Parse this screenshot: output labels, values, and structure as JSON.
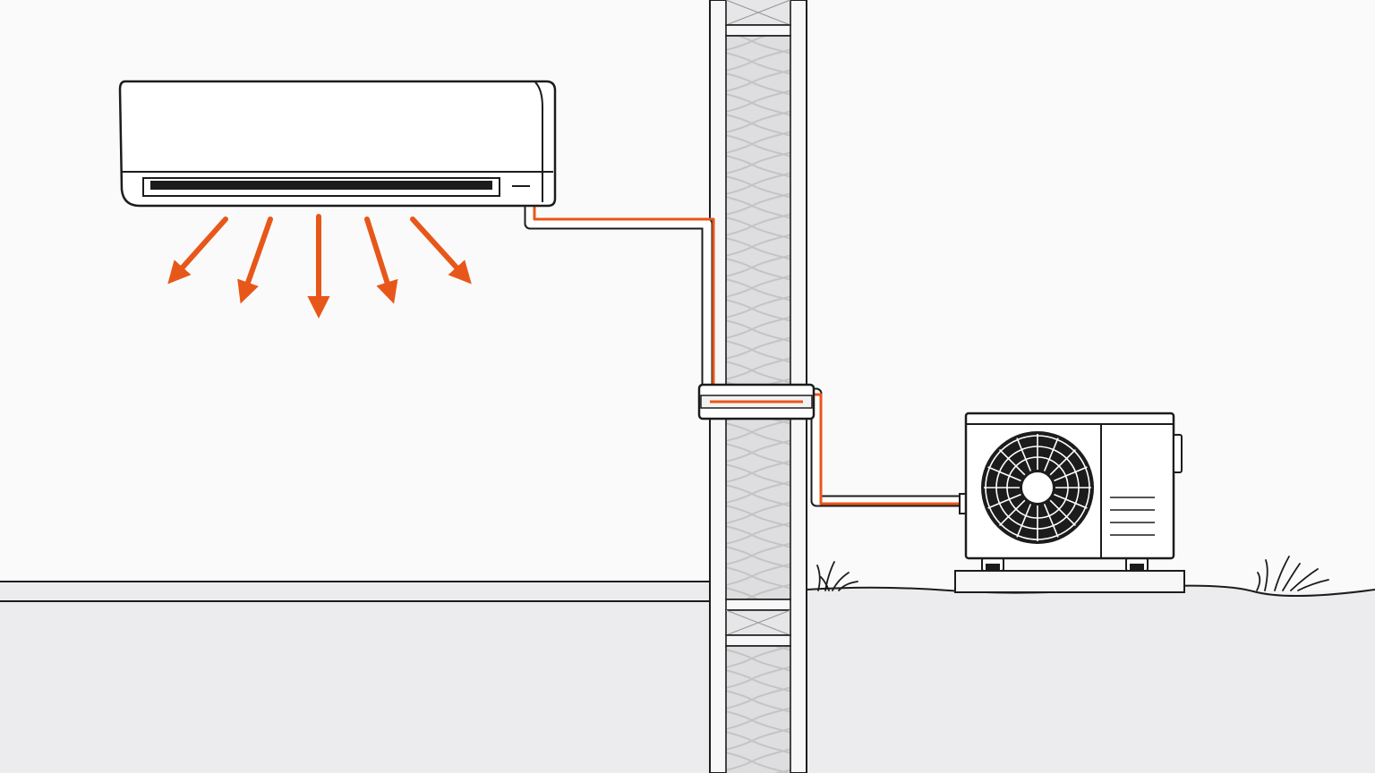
{
  "diagram": {
    "components": [
      {
        "id": "indoor-unit",
        "kind": "wall-mounted split AC indoor unit"
      },
      {
        "id": "refrigerant-line",
        "kind": "insulated refrigerant line set"
      },
      {
        "id": "exterior-wall",
        "kind": "insulated stud wall cross-section"
      },
      {
        "id": "outdoor-unit",
        "kind": "condenser / heat pump outdoor unit"
      }
    ],
    "airflow_arrows": 5,
    "grass_tufts": 2,
    "colors": {
      "outline": "#1c1c1c",
      "accent": "#e8571a",
      "room_wall": "#fafafa",
      "floor": "#ececee",
      "insulation": "#dedee0",
      "insulation_pattern": "#c6c6c9",
      "unit_body": "#ffffff",
      "fan": "#1c1c1c",
      "ground_line": "#1c1c1c"
    }
  }
}
